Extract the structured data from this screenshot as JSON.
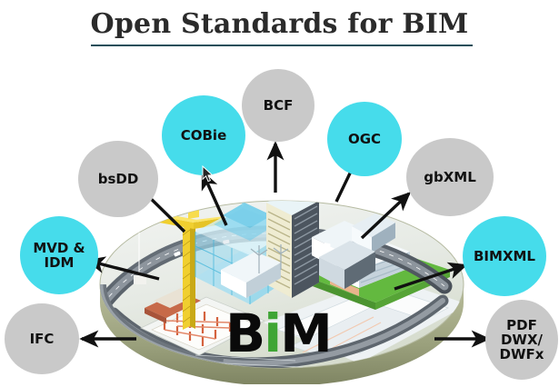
{
  "header": {
    "title": "Open Standards for BIM",
    "rule_color": "#1f4e5a",
    "title_color": "#2b2b2b"
  },
  "logo": {
    "part_b": "B",
    "part_i": "i",
    "part_m": "M",
    "black_color": "#0a0a0a",
    "green_color": "#3fa535"
  },
  "palette": {
    "gray_node": "#c9c9c9",
    "cyan_node": "#46dceb",
    "arrow": "#111111",
    "background": "#ffffff"
  },
  "nodes": [
    {
      "id": "bsdd",
      "label": "bsDD",
      "color": "gray",
      "lines": [
        "bsDD"
      ]
    },
    {
      "id": "cobie",
      "label": "COBie",
      "color": "cyan",
      "lines": [
        "COBie"
      ]
    },
    {
      "id": "bcf",
      "label": "BCF",
      "color": "gray",
      "lines": [
        "BCF"
      ]
    },
    {
      "id": "ogc",
      "label": "OGC",
      "color": "cyan",
      "lines": [
        "OGC"
      ]
    },
    {
      "id": "gbxml",
      "label": "gbXML",
      "color": "gray",
      "lines": [
        "gbXML"
      ]
    },
    {
      "id": "mvdidm",
      "label": "MVD & IDM",
      "color": "cyan",
      "lines": [
        "MVD &",
        "IDM"
      ]
    },
    {
      "id": "bimxml",
      "label": "BIMXML",
      "color": "cyan",
      "lines": [
        "BIMXML"
      ]
    },
    {
      "id": "ifc",
      "label": "IFC",
      "color": "gray",
      "lines": [
        "IFC"
      ]
    },
    {
      "id": "pdf",
      "label": "PDF DWX/ DWFx",
      "color": "gray",
      "lines": [
        "PDF",
        "DWX/",
        "DWFx"
      ]
    }
  ],
  "node_text": {
    "bsdd_l1": "bsDD",
    "cobie_l1": "COBie",
    "bcf_l1": "BCF",
    "ogc_l1": "OGC",
    "gbxml_l1": "gbXML",
    "mvdidm_l1": "MVD &",
    "mvdidm_l2": "IDM",
    "bimxml_l1": "BIMXML",
    "ifc_l1": "IFC",
    "pdf_l1": "PDF",
    "pdf_l2": "DWX/",
    "pdf_l3": "DWFx"
  },
  "illustration": {
    "description": "Isometric cutaway city disc with construction site",
    "elements": [
      "crane",
      "glass-dome-building",
      "high-rise-tower",
      "office-blocks",
      "green-lawn",
      "highway-overpass",
      "foundation-rebar",
      "roads"
    ],
    "crane_color": "#e8c62a",
    "lawn_color": "#5fb63c",
    "disc_rim_color": "#a8ad85",
    "glass_color": "#7fd8ee"
  },
  "arrows": {
    "count": 9,
    "direction": "outward from center illustration to each node"
  }
}
